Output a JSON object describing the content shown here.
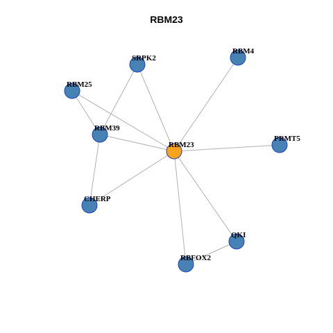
{
  "title": "RBM23",
  "colors": {
    "hub": "#f7a31c",
    "node": "#4682b4",
    "node_border": "#1f3fbf",
    "edge": "#b0b0b0"
  },
  "nodes": [
    {
      "id": "RBM23",
      "label": "RBM23",
      "hub": true
    },
    {
      "id": "SRPK2",
      "label": "SRPK2",
      "hub": false
    },
    {
      "id": "RBM4",
      "label": "RBM4",
      "hub": false
    },
    {
      "id": "RBM25",
      "label": "RBM25",
      "hub": false
    },
    {
      "id": "RBM39",
      "label": "RBM39",
      "hub": false
    },
    {
      "id": "PRMT5",
      "label": "PRMT5",
      "hub": false
    },
    {
      "id": "CHERP",
      "label": "CHERP",
      "hub": false
    },
    {
      "id": "QKI",
      "label": "QKI",
      "hub": false
    },
    {
      "id": "RBFOX2",
      "label": "RBFOX2",
      "hub": false
    }
  ],
  "edges": [
    [
      "RBM23",
      "SRPK2"
    ],
    [
      "RBM23",
      "RBM4"
    ],
    [
      "RBM23",
      "RBM25"
    ],
    [
      "RBM23",
      "RBM39"
    ],
    [
      "RBM23",
      "PRMT5"
    ],
    [
      "RBM23",
      "CHERP"
    ],
    [
      "RBM23",
      "QKI"
    ],
    [
      "RBM23",
      "RBFOX2"
    ],
    [
      "SRPK2",
      "RBM39"
    ],
    [
      "RBM25",
      "RBM39"
    ],
    [
      "RBM39",
      "CHERP"
    ],
    [
      "QKI",
      "RBFOX2"
    ]
  ]
}
